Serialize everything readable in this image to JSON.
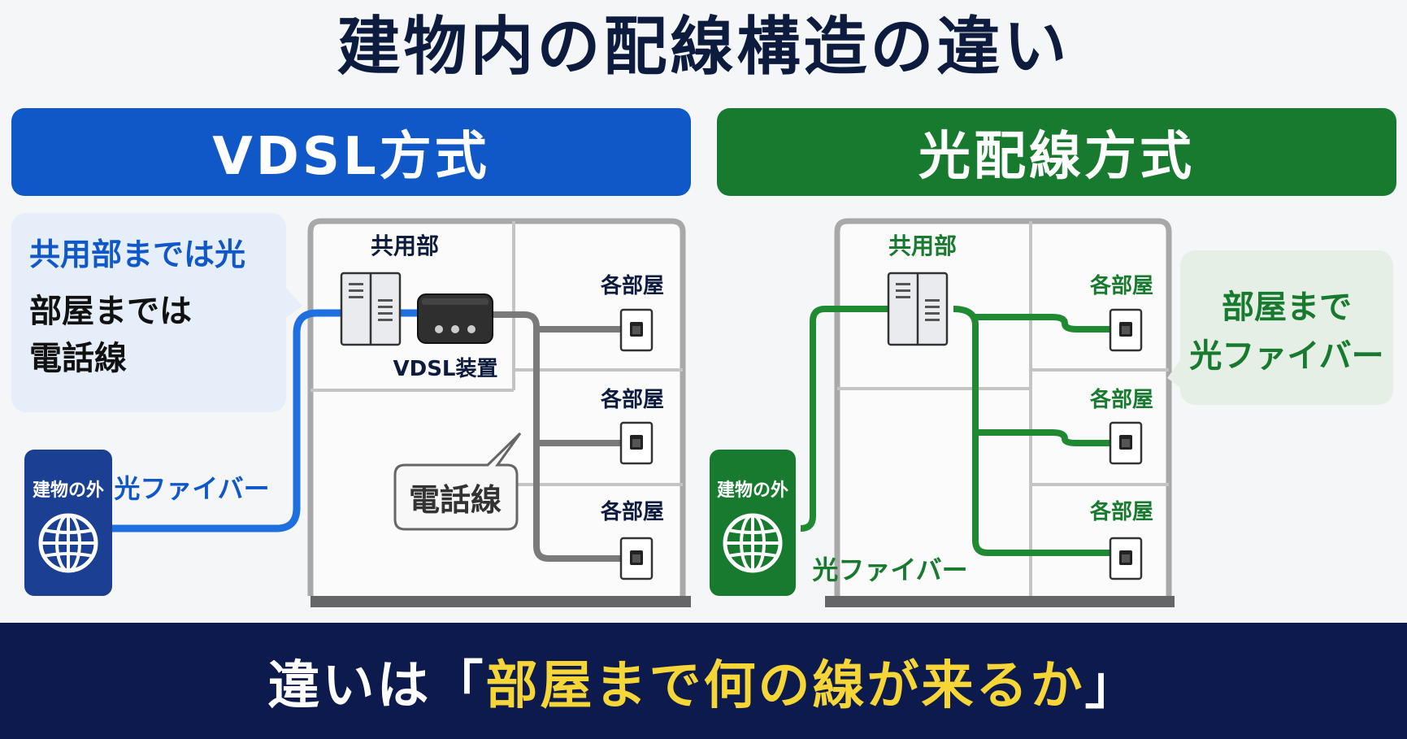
{
  "title": "建物内の配線構造の違い",
  "vdsl": {
    "banner": "VDSL方式",
    "callout_line1": "共用部までは光",
    "callout_line2": "部屋までは",
    "callout_line3": "電話線",
    "outside_label": "建物の外",
    "fiber_label": "光ファイバー",
    "shared_label": "共用部",
    "device_label": "VDSL装置",
    "phone_line_label": "電話線",
    "room_labels": [
      "各部屋",
      "各部屋",
      "各部屋"
    ],
    "accent_color": "#1057c8",
    "line_color": "#7a7a7a"
  },
  "optical": {
    "banner": "光配線方式",
    "callout_line1": "部屋まで",
    "callout_line2": "光ファイバー",
    "outside_label": "建物の外",
    "fiber_label": "光ファイバー",
    "shared_label": "共用部",
    "room_labels": [
      "各部屋",
      "各部屋",
      "各部屋"
    ],
    "accent_color": "#177a2e"
  },
  "bottom": {
    "prefix": "違いは「",
    "highlight": "部屋まで何の線が来るか",
    "suffix": "」"
  },
  "icons": {
    "globe": "globe-icon",
    "server": "server-icon",
    "router": "router-icon",
    "outlet": "wall-outlet-icon"
  }
}
